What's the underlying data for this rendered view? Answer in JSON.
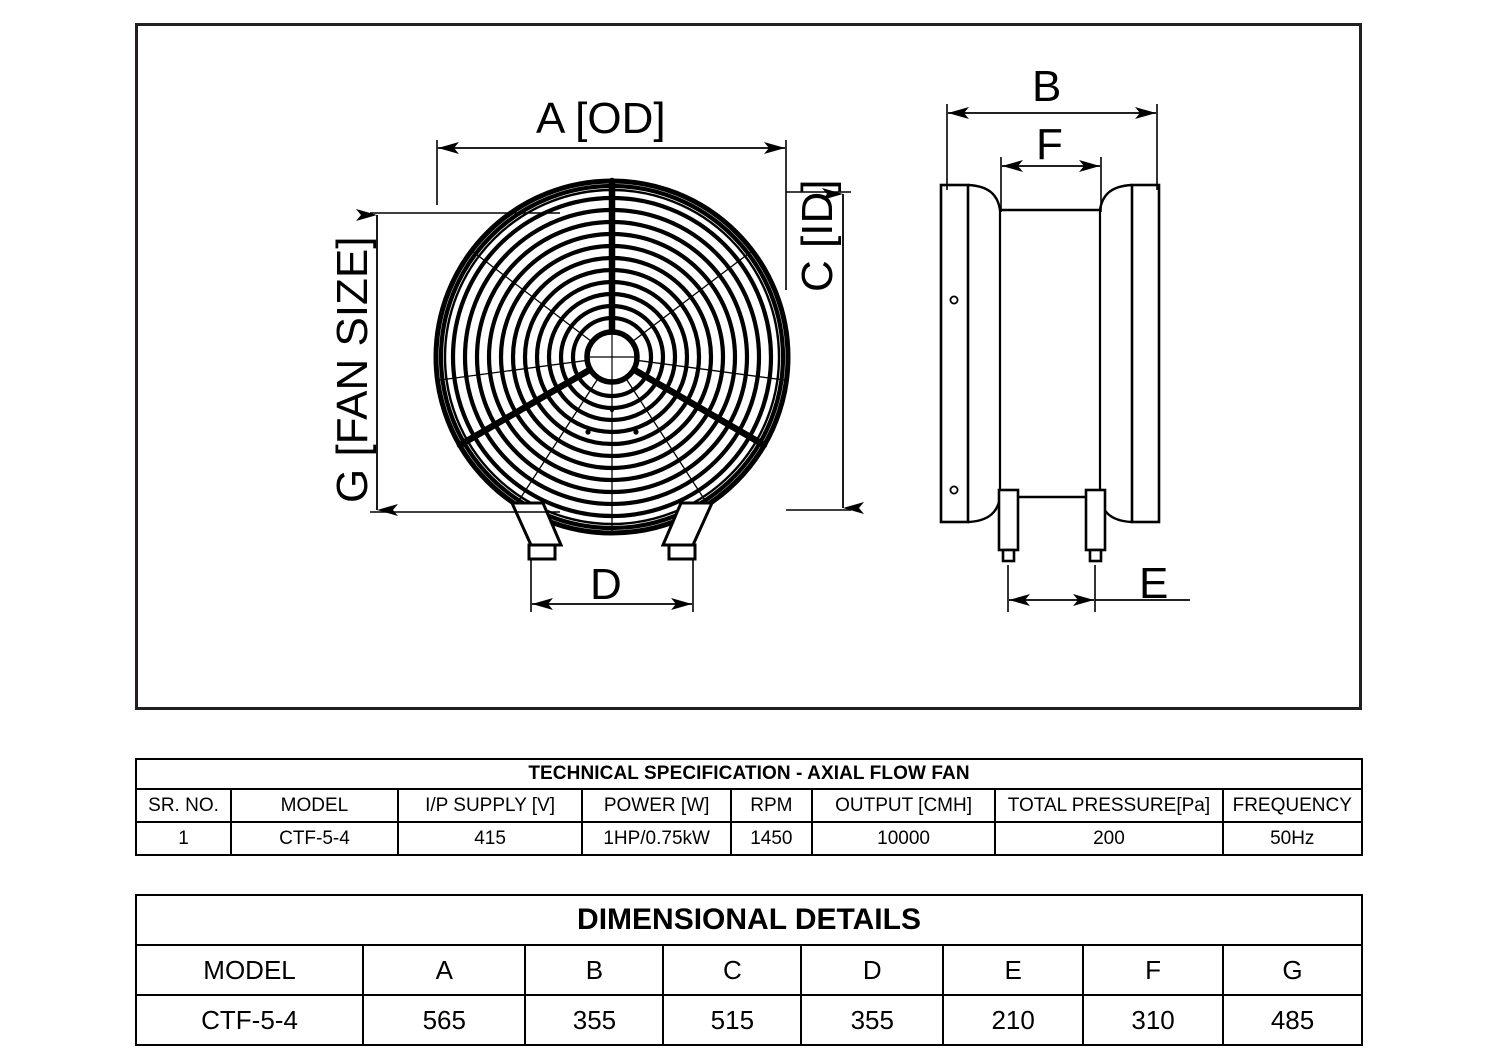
{
  "drawing": {
    "front_view": {
      "dim_a": "A [OD]",
      "dim_c": "C [ID]",
      "dim_g": "G [FAN SIZE]",
      "dim_d": "D"
    },
    "side_view": {
      "dim_b": "B",
      "dim_f": "F",
      "dim_e": "E"
    }
  },
  "tech_table": {
    "title": "TECHNICAL SPECIFICATION - AXIAL FLOW FAN",
    "headers": [
      "SR. NO.",
      "MODEL",
      "I/P SUPPLY [V]",
      "POWER [W]",
      "RPM",
      "OUTPUT [CMH]",
      "TOTAL PRESSURE[Pa]",
      "FREQUENCY"
    ],
    "rows": [
      [
        "1",
        "CTF-5-4",
        "415",
        "1HP/0.75kW",
        "1450",
        "10000",
        "200",
        "50Hz"
      ]
    ]
  },
  "dim_table": {
    "title": "DIMENSIONAL DETAILS",
    "headers": [
      "MODEL",
      "A",
      "B",
      "C",
      "D",
      "E",
      "F",
      "G"
    ],
    "rows": [
      [
        "CTF-5-4",
        "565",
        "355",
        "515",
        "355",
        "210",
        "310",
        "485"
      ]
    ]
  }
}
